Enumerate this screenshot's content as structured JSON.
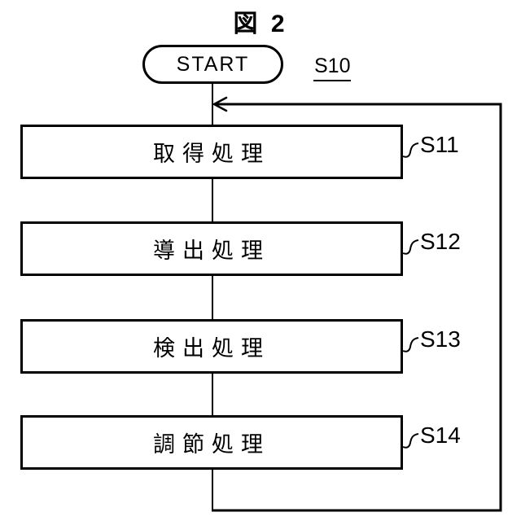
{
  "figure": {
    "title": "図 2",
    "start_label": "START",
    "start_step_ref": "S10"
  },
  "steps": [
    {
      "name": "取得処理",
      "ref": "S11"
    },
    {
      "name": "導出処理",
      "ref": "S12"
    },
    {
      "name": "検出処理",
      "ref": "S13"
    },
    {
      "name": "調節処理",
      "ref": "S14"
    }
  ],
  "colors": {
    "line": "#000000",
    "background": "#ffffff",
    "text": "#000000"
  }
}
